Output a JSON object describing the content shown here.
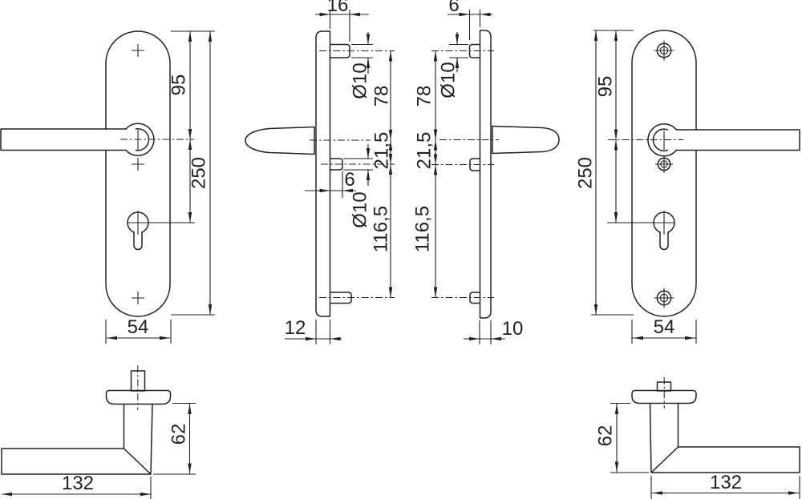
{
  "title": "door-fitting technical drawing",
  "colors": {
    "line": "#222222",
    "background": "#ffffff"
  },
  "figures": {
    "front_left": {
      "top_to_handle": "95",
      "plate_height": "250",
      "plate_width": "54"
    },
    "side_left": {
      "top_boss_projection": "16",
      "top_boss_diameter": "Ø10",
      "boss_to_handle": "78",
      "handle_to_cylinder": "21,5",
      "cylinder_boss_projection": "6",
      "cylinder_boss_diameter": "Ø10",
      "cylinder_to_bottom_boss": "116,5",
      "plate_thickness": "12"
    },
    "side_right": {
      "top_boss_projection": "6",
      "top_boss_diameter": "Ø10",
      "boss_to_handle": "78",
      "handle_to_cylinder": "21,5",
      "cylinder_to_bottom_boss": "116,5",
      "plate_thickness": "10"
    },
    "front_right": {
      "top_to_handle": "95",
      "plate_height": "250",
      "plate_width": "54"
    },
    "handle_left": {
      "projection": "62",
      "grip_length": "132"
    },
    "handle_right": {
      "projection": "62",
      "grip_length": "132"
    }
  }
}
